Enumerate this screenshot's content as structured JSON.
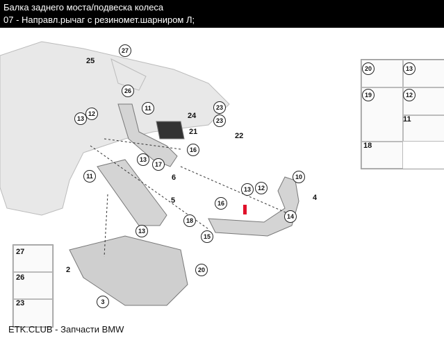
{
  "header": {
    "title": "Балка заднего моста/подвеска колеса",
    "subtitle": "07 - Направл.рычаг с резиномет.шарниром Л;"
  },
  "footer": {
    "text": "ETK.CLUB - Запчасти BMW"
  },
  "callouts": [
    "27",
    "26",
    "11",
    "12",
    "13",
    "23",
    "23",
    "16",
    "13",
    "17",
    "11",
    "10",
    "13",
    "12",
    "16",
    "18",
    "13",
    "14",
    "15",
    "20",
    "3"
  ],
  "labels": [
    "25",
    "24",
    "22",
    "21",
    "6",
    "5",
    "4",
    "2"
  ],
  "right_panel": {
    "circled": [
      "20",
      "13",
      "19",
      "12"
    ],
    "plain": [
      "11",
      "18"
    ]
  },
  "left_panel": {
    "plain": [
      "27",
      "26",
      "23"
    ]
  },
  "colors": {
    "header_bg": "#000000",
    "highlight": "#e0102a"
  }
}
